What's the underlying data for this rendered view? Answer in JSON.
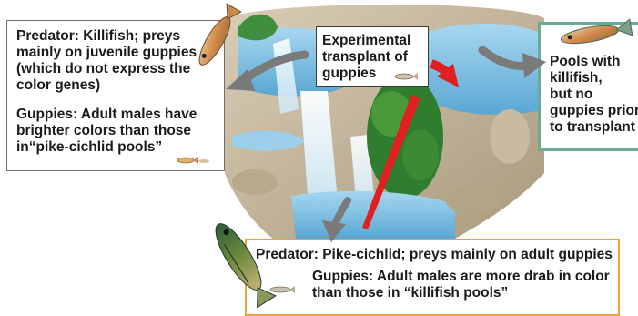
{
  "killifish_box": {
    "predator": "Predator: Killifish; preys mainly on juvenile guppies (which do not express the color genes)",
    "guppies": "Guppies: Adult males have brighter colors than those in“pike-cichlid pools”"
  },
  "transplant_box": {
    "label": "Experimental transplant of guppies"
  },
  "pools_box": {
    "line1": "Pools with",
    "line2": "killifish,",
    "line3": "but no",
    "line4": "guppies prior",
    "line5": "to transplant"
  },
  "pike_box": {
    "predator": "Predator: Pike-cichlid; preys mainly on adult guppies",
    "guppies": "Guppies: Adult males are more drab in color than those in “killifish pools”"
  },
  "icons": [
    "killifish-icon",
    "guppy-icon",
    "pike-cichlid-icon",
    "transplant-arrow-icon",
    "waterfall-illustration"
  ],
  "colors": {
    "pike_border": "#f0a23a",
    "pools_border": "#6bab8f",
    "transplant_arrow": "#e02020",
    "pointer_arrows": "#7a7a7a",
    "water": "#8fc7e4"
  }
}
